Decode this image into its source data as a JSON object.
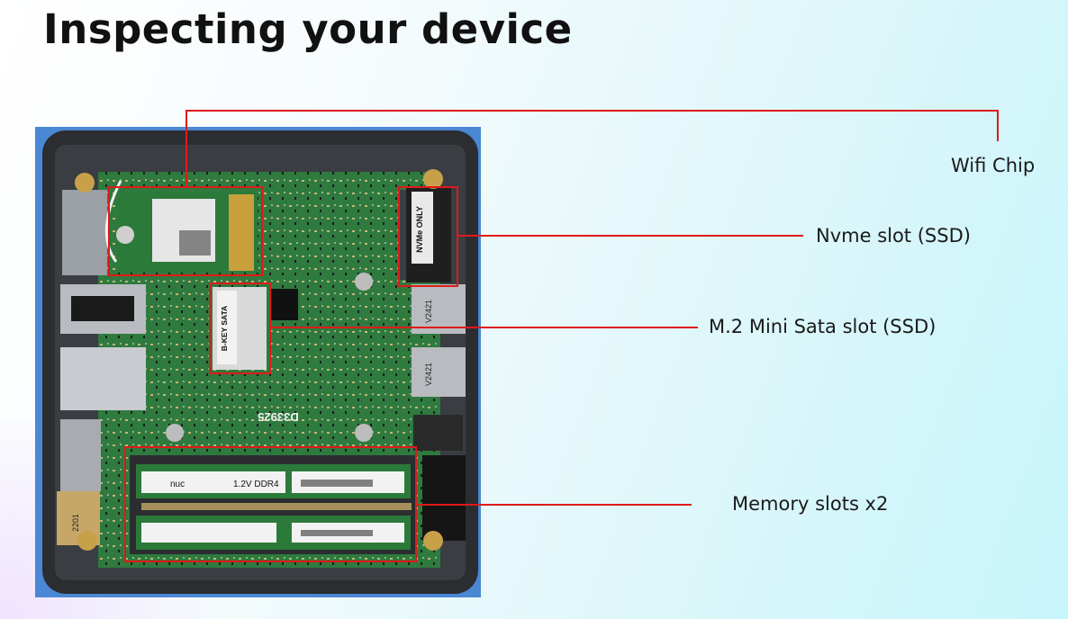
{
  "slide": {
    "title": "Inspecting your device"
  },
  "photo": {
    "labels": {
      "m2_key": "B-KEY SATA",
      "nvme": "NVMe ONLY",
      "ram_left": "1.2V DDR4",
      "ram_brand": "nuc",
      "conn1": "V2421",
      "conn2": "V2421",
      "conn3": "2201",
      "board_mark": "D33925"
    }
  },
  "callouts": {
    "wifi": "Wifi Chip",
    "nvme": "Nvme slot (SSD)",
    "sata": "M.2 Mini Sata slot (SSD)",
    "memory": "Memory slots x2"
  },
  "colors": {
    "callout_line": "#e01a1a",
    "board": "#2f7a3f",
    "chassis": "#2b2d30"
  }
}
